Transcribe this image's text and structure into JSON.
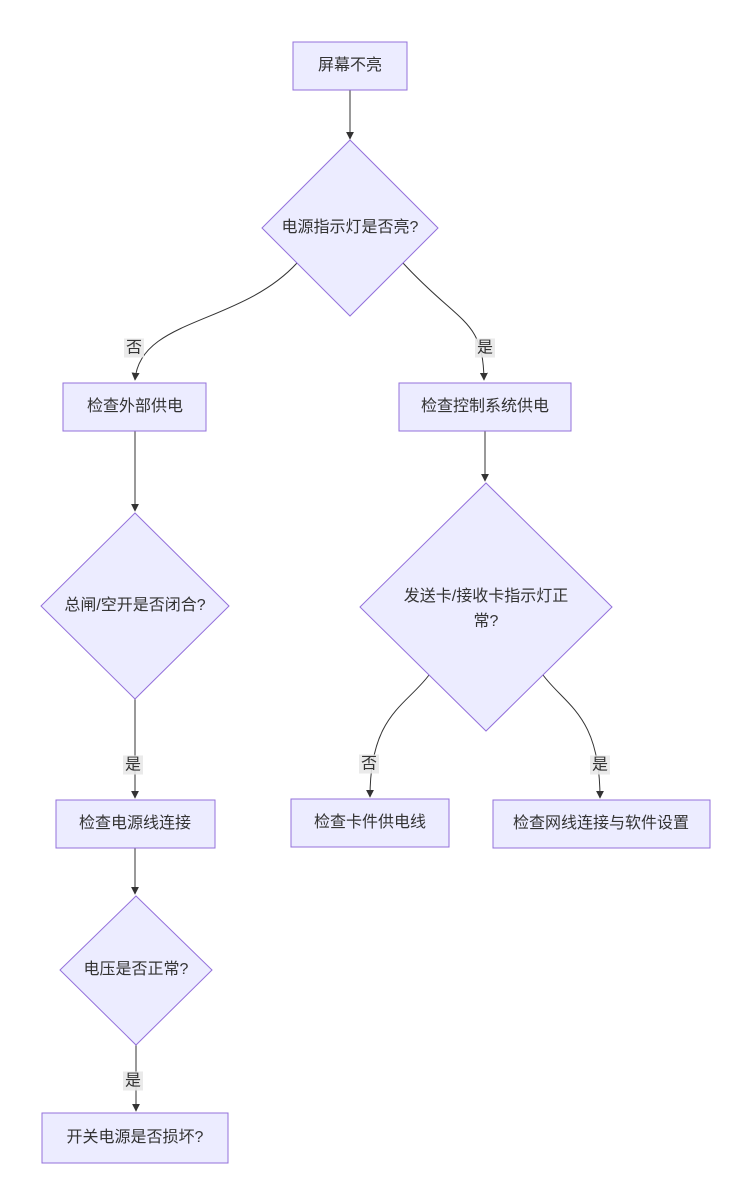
{
  "diagram": {
    "type": "flowchart",
    "direction": "top-down",
    "colors": {
      "node_fill": "#ECECFF",
      "node_border": "#9370DB",
      "edge_line": "#333333",
      "edge_label_bg": "#e8e8e8",
      "text": "#333333",
      "background": "#ffffff"
    },
    "nodes": {
      "start": {
        "label": "屏幕不亮",
        "shape": "rect"
      },
      "q_power_led": {
        "label": "电源指示灯是否亮?",
        "shape": "diamond"
      },
      "check_external": {
        "label": "检查外部供电",
        "shape": "rect"
      },
      "check_control": {
        "label": "检查控制系统供电",
        "shape": "rect"
      },
      "q_breaker": {
        "label": "总闸/空开是否闭合?",
        "shape": "diamond"
      },
      "q_cards": {
        "label": "发送卡/接收卡指示灯正常?",
        "shape": "diamond"
      },
      "check_power_cable": {
        "label": "检查电源线连接",
        "shape": "rect"
      },
      "check_card_power": {
        "label": "检查卡件供电线",
        "shape": "rect"
      },
      "check_network": {
        "label": "检查网线连接与软件设置",
        "shape": "rect"
      },
      "q_voltage": {
        "label": "电压是否正常?",
        "shape": "diamond"
      },
      "check_psu": {
        "label": "开关电源是否损坏?",
        "shape": "rect"
      }
    },
    "edges": [
      {
        "from": "start",
        "to": "q_power_led",
        "label": ""
      },
      {
        "from": "q_power_led",
        "to": "check_external",
        "label": "否"
      },
      {
        "from": "q_power_led",
        "to": "check_control",
        "label": "是"
      },
      {
        "from": "check_external",
        "to": "q_breaker",
        "label": ""
      },
      {
        "from": "q_breaker",
        "to": "check_power_cable",
        "label": "是"
      },
      {
        "from": "check_control",
        "to": "q_cards",
        "label": ""
      },
      {
        "from": "q_cards",
        "to": "check_card_power",
        "label": "否"
      },
      {
        "from": "q_cards",
        "to": "check_network",
        "label": "是"
      },
      {
        "from": "check_power_cable",
        "to": "q_voltage",
        "label": ""
      },
      {
        "from": "q_voltage",
        "to": "check_psu",
        "label": "是"
      }
    ]
  }
}
